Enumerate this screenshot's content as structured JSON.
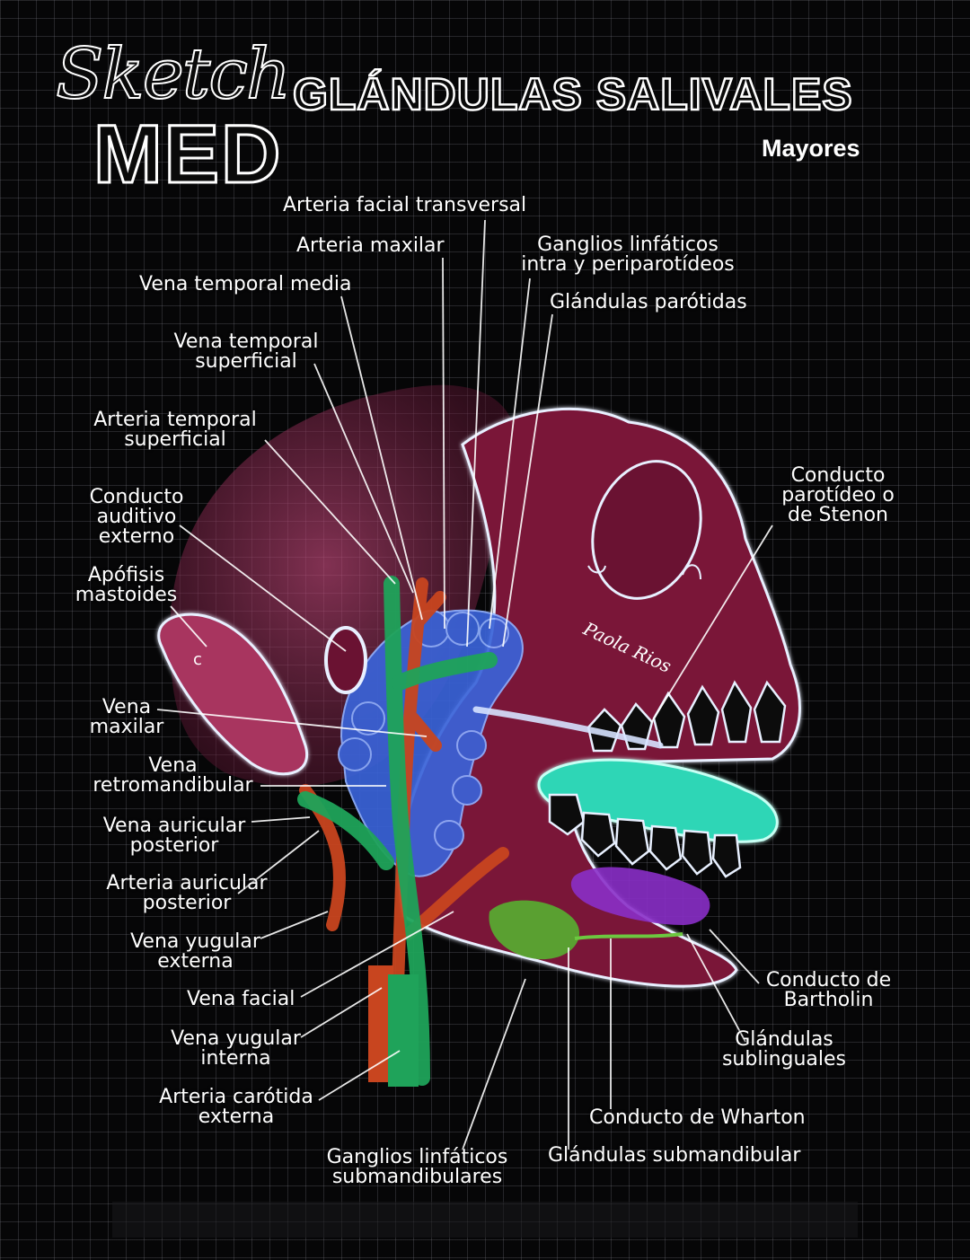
{
  "logo": {
    "script": "Sketch",
    "block": "MED"
  },
  "title": "GLÁNDULAS SALIVALES",
  "subtitle": "Mayores",
  "signature": "Paola Rios",
  "labels": {
    "arteria_facial_transversal": "Arteria facial transversal",
    "arteria_maxilar": "Arteria maxilar",
    "ganglios_intra_1": "Ganglios linfáticos",
    "ganglios_intra_2": "intra y periparotídeos",
    "vena_temporal_media": "Vena temporal media",
    "glandulas_parotidas": "Glándulas parótidas",
    "vena_temporal_sup_1": "Vena temporal",
    "vena_temporal_sup_2": "superficial",
    "arteria_temporal_sup_1": "Arteria temporal",
    "arteria_temporal_sup_2": "superficial",
    "conducto_auditivo_1": "Conducto",
    "conducto_auditivo_2": "auditivo",
    "conducto_auditivo_3": "externo",
    "apofisis_1": "Apófisis",
    "apofisis_2": "mastoides",
    "conducto_parotideo_1": "Conducto",
    "conducto_parotideo_2": "parotídeo o",
    "conducto_parotideo_3": "de Stenon",
    "vena_maxilar_1": "Vena",
    "vena_maxilar_2": "maxilar",
    "vena_retro_1": "Vena",
    "vena_retro_2": "retromandibular",
    "vena_auricular_1": "Vena auricular",
    "vena_auricular_2": "posterior",
    "arteria_auricular_1": "Arteria auricular",
    "arteria_auricular_2": "posterior",
    "vena_yugular_ext_1": "Vena yugular",
    "vena_yugular_ext_2": "externa",
    "vena_facial": "Vena facial",
    "vena_yugular_int_1": "Vena yugular",
    "vena_yugular_int_2": "interna",
    "arteria_carotida_1": "Arteria carótida",
    "arteria_carotida_2": "externa",
    "ganglios_sub_1": "Ganglios linfáticos",
    "ganglios_sub_2": "submandibulares",
    "conducto_wharton": "Conducto de Wharton",
    "glandulas_submandibular": "Glándulas submandibular",
    "conducto_bartholin_1": "Conducto de",
    "conducto_bartholin_2": "Bartholin",
    "glandulas_sublinguales_1": "Glándulas",
    "glandulas_sublinguales_2": "sublinguales"
  },
  "colors": {
    "skull": "#7a1538",
    "outline": "#e8f0ff",
    "parotid": "#3a63d8",
    "artery": "#c8451f",
    "vein": "#1fa35a",
    "tongue": "#2fd6b6",
    "submandibular": "#58a830",
    "sublingual": "#8a2fc8"
  }
}
